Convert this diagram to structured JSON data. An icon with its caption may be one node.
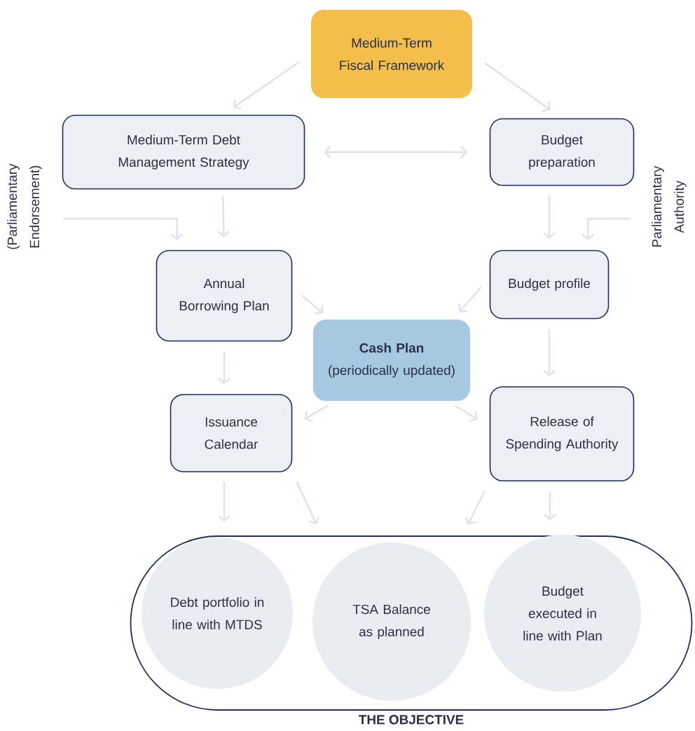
{
  "diagram": {
    "nodes": [
      {
        "text": [
          "Medium-Term Fiscal Framework"
        ]
      },
      {
        "text": [
          "Medium-Term Debt Management Strategy"
        ]
      },
      {
        "text": [
          "Budget preparation"
        ]
      },
      {
        "text": [
          "(Parliamentary Endorsement)"
        ]
      },
      {
        "text": [
          "Annual Borrowing Plan"
        ]
      },
      {
        "text": [
          "Budget profile"
        ]
      },
      {
        "text": [
          "Parliamentary Authority"
        ]
      },
      {
        "text": [
          "Cash Plan",
          "(periodically updated)"
        ]
      },
      {
        "text": [
          "Issuance Calendar"
        ]
      },
      {
        "text": [
          "Release of Spending Authority"
        ]
      },
      {
        "text": [
          "THE OBJECTIVE"
        ]
      },
      {
        "text": [
          "Debt portfolio in line with MTDS"
        ],
        "in": 10
      },
      {
        "text": [
          "TSA Balance as planned"
        ],
        "in": 10
      },
      {
        "text": [
          "Budget executed in line with Plan"
        ],
        "in": 10
      }
    ],
    "edges": [
      {
        "from": 0,
        "to": 1,
        "arrow": "to"
      },
      {
        "from": 0,
        "to": 2,
        "arrow": "to"
      },
      {
        "from": 1,
        "to": 2,
        "arrow": "both"
      },
      {
        "from": 3,
        "to": 4,
        "arrow": "to"
      },
      {
        "from": 1,
        "to": 4,
        "arrow": "to"
      },
      {
        "from": 2,
        "to": 5,
        "arrow": "to"
      },
      {
        "from": 6,
        "to": 5,
        "arrow": "to"
      },
      {
        "from": 4,
        "to": 7,
        "arrow": "to"
      },
      {
        "from": 5,
        "to": 7,
        "arrow": "to"
      },
      {
        "from": 4,
        "to": 8,
        "arrow": "to"
      },
      {
        "from": 5,
        "to": 9,
        "arrow": "to"
      },
      {
        "from": 7,
        "to": 8,
        "arrow": "to"
      },
      {
        "from": 7,
        "to": 9,
        "arrow": "to"
      },
      {
        "from": 8,
        "to": 11,
        "arrow": "to"
      },
      {
        "from": 8,
        "to": 12,
        "arrow": "to"
      },
      {
        "from": 9,
        "to": 12,
        "arrow": "to"
      },
      {
        "from": 9,
        "to": 13,
        "arrow": "to"
      }
    ]
  }
}
